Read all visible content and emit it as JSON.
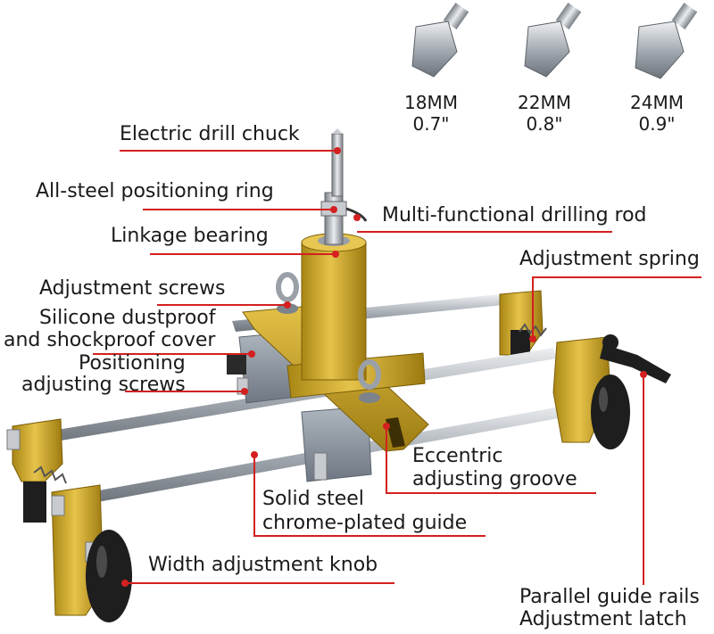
{
  "bits": [
    {
      "mm": "18MM",
      "inch": "0.7\""
    },
    {
      "mm": "22MM",
      "inch": "0.8\""
    },
    {
      "mm": "24MM",
      "inch": "0.9\""
    }
  ],
  "labels": {
    "electric_drill_chuck": "Electric drill chuck",
    "positioning_ring": "All-steel positioning ring",
    "drilling_rod": "Multi-functional drilling rod",
    "linkage_bearing": "Linkage bearing",
    "adjustment_spring": "Adjustment spring",
    "adjustment_screws": "Adjustment screws",
    "silicone_cover_line1": "Silicone dustproof",
    "silicone_cover_line2": "and shockproof cover",
    "positioning_screws_line1": "Positioning",
    "positioning_screws_line2": "adjusting screws",
    "eccentric_groove_line1": "Eccentric",
    "eccentric_groove_line2": "adjusting groove",
    "solid_steel_guide_line1": "Solid steel",
    "solid_steel_guide_line2": "chrome-plated guide",
    "width_knob": "Width adjustment knob",
    "latch_line1": "Parallel guide rails",
    "latch_line2": "Adjustment latch"
  },
  "colors": {
    "leader": "#d42020",
    "gold": "#c9a227",
    "chrome": "#b9bec4",
    "gray_block": "#8f98a3",
    "knob": "#1e1e1e"
  }
}
